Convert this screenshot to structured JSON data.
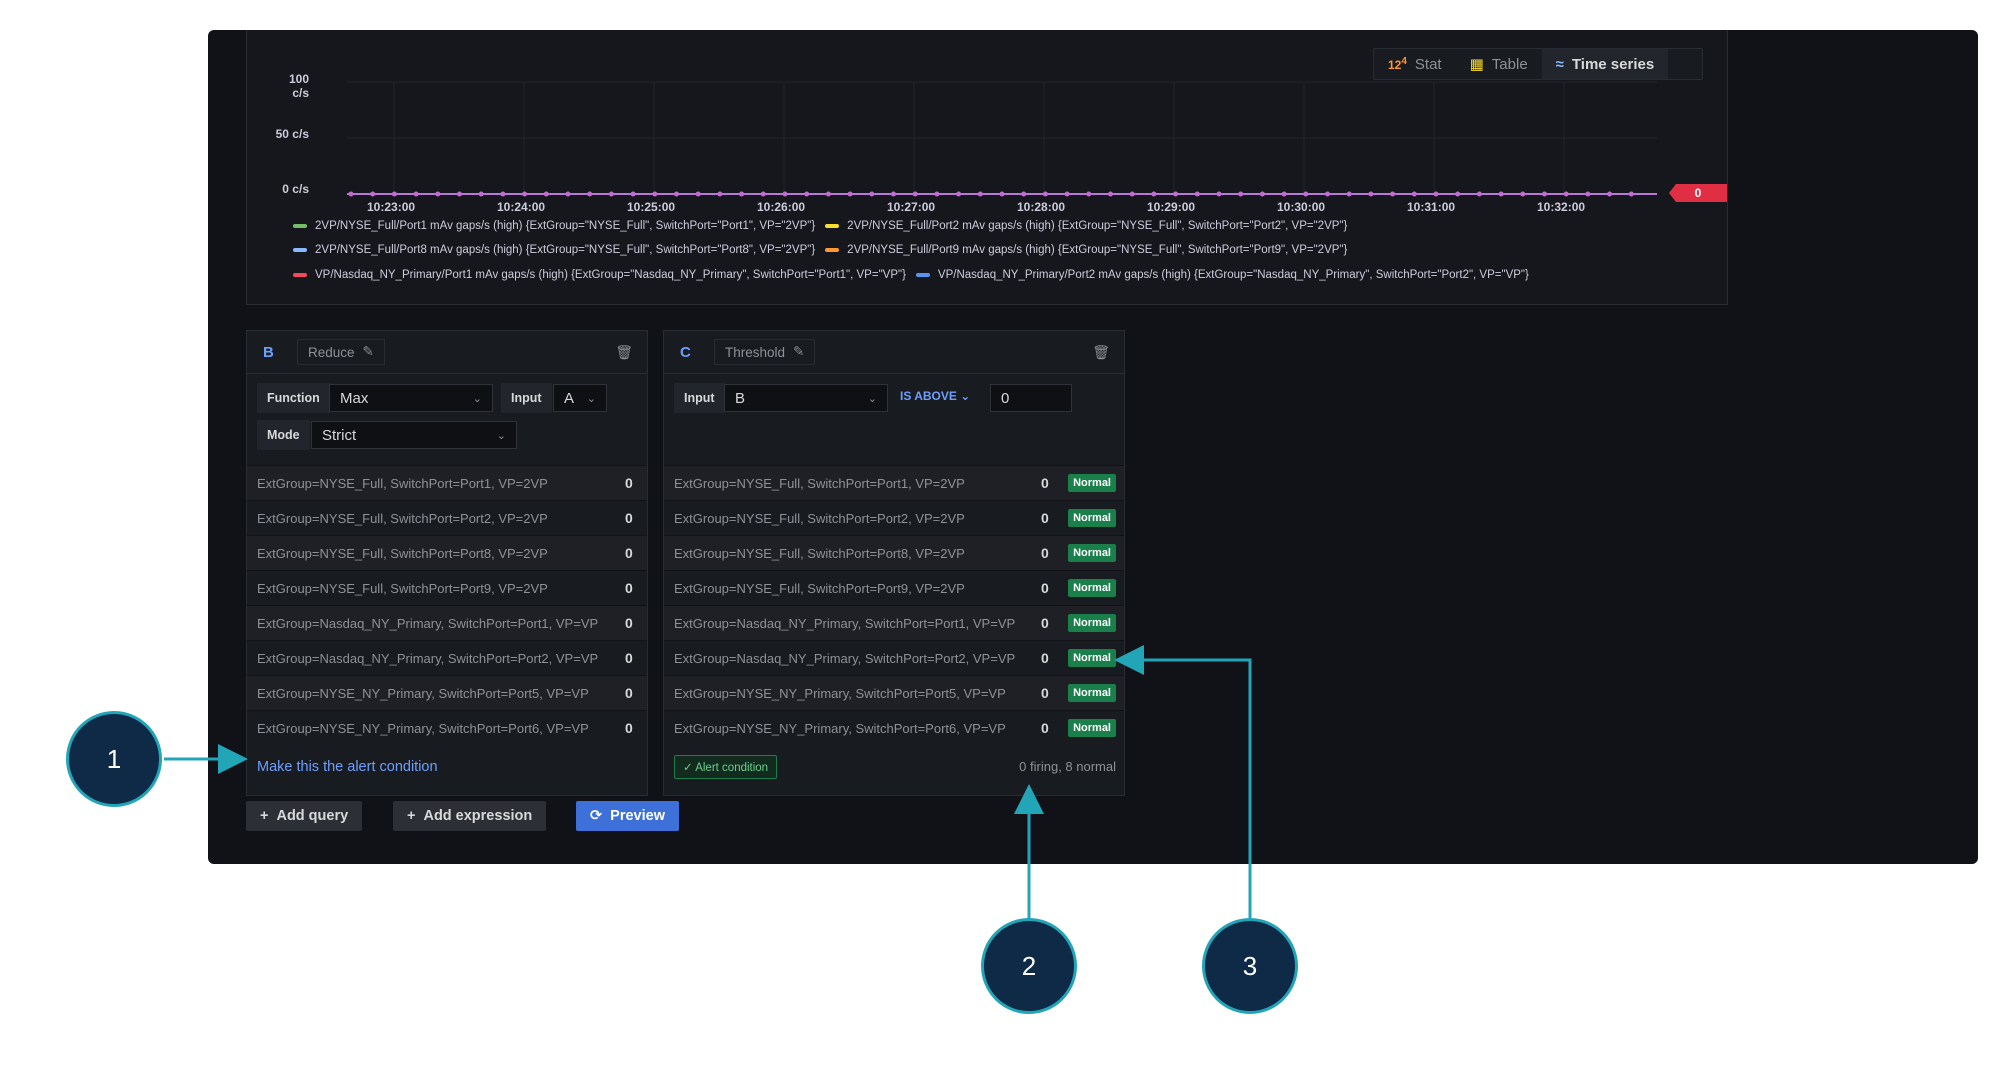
{
  "chart": {
    "viz_options": [
      {
        "label": "Stat",
        "icon": "stat-icon"
      },
      {
        "label": "Table",
        "icon": "table-icon"
      },
      {
        "label": "Time series",
        "icon": "time-series-icon",
        "active": true
      }
    ],
    "current_value": "0"
  },
  "chart_data": {
    "type": "line",
    "y_ticks": [
      "100 c/s",
      "50 c/s",
      "0 c/s"
    ],
    "ylim": [
      0,
      100
    ],
    "x_ticks": [
      "10:23:00",
      "10:24:00",
      "10:25:00",
      "10:26:00",
      "10:27:00",
      "10:28:00",
      "10:29:00",
      "10:30:00",
      "10:31:00",
      "10:32:00"
    ],
    "series": [
      {
        "name": "2VP/NYSE_Full/Port1 mAv gaps/s (high) {ExtGroup=\"NYSE_Full\", SwitchPort=\"Port1\", VP=\"2VP\"}",
        "color": "#73bf69",
        "values": [
          0
        ]
      },
      {
        "name": "2VP/NYSE_Full/Port2 mAv gaps/s (high) {ExtGroup=\"NYSE_Full\", SwitchPort=\"Port2\", VP=\"2VP\"}",
        "color": "#fade2a",
        "values": [
          0
        ]
      },
      {
        "name": "2VP/NYSE_Full/Port8 mAv gaps/s (high) {ExtGroup=\"NYSE_Full\", SwitchPort=\"Port8\", VP=\"2VP\"}",
        "color": "#8ab8ff",
        "values": [
          0
        ]
      },
      {
        "name": "2VP/NYSE_Full/Port9 mAv gaps/s (high) {ExtGroup=\"NYSE_Full\", SwitchPort=\"Port9\", VP=\"2VP\"}",
        "color": "#ff9830",
        "values": [
          0
        ]
      },
      {
        "name": "VP/Nasdaq_NY_Primary/Port1 mAv gaps/s (high) {ExtGroup=\"Nasdaq_NY_Primary\", SwitchPort=\"Port1\", VP=\"VP\"}",
        "color": "#f2495c",
        "values": [
          0
        ]
      },
      {
        "name": "VP/Nasdaq_NY_Primary/Port2 mAv gaps/s (high) {ExtGroup=\"Nasdaq_NY_Primary\", SwitchPort=\"Port2\", VP=\"VP\"}",
        "color": "#5794f2",
        "values": [
          0
        ]
      }
    ]
  },
  "reduce": {
    "ref": "B",
    "type": "Reduce",
    "function_label": "Function",
    "function_value": "Max",
    "input_label": "Input",
    "input_value": "A",
    "mode_label": "Mode",
    "mode_value": "Strict",
    "rows": [
      {
        "label": "ExtGroup=NYSE_Full, SwitchPort=Port1, VP=2VP",
        "value": "0"
      },
      {
        "label": "ExtGroup=NYSE_Full, SwitchPort=Port2, VP=2VP",
        "value": "0"
      },
      {
        "label": "ExtGroup=NYSE_Full, SwitchPort=Port8, VP=2VP",
        "value": "0"
      },
      {
        "label": "ExtGroup=NYSE_Full, SwitchPort=Port9, VP=2VP",
        "value": "0"
      },
      {
        "label": "ExtGroup=Nasdaq_NY_Primary, SwitchPort=Port1, VP=VP",
        "value": "0"
      },
      {
        "label": "ExtGroup=Nasdaq_NY_Primary, SwitchPort=Port2, VP=VP",
        "value": "0"
      },
      {
        "label": "ExtGroup=NYSE_NY_Primary, SwitchPort=Port5, VP=VP",
        "value": "0"
      },
      {
        "label": "ExtGroup=NYSE_NY_Primary, SwitchPort=Port6, VP=VP",
        "value": "0"
      }
    ],
    "alert_link": "Make this the alert condition"
  },
  "threshold": {
    "ref": "C",
    "type": "Threshold",
    "input_label": "Input",
    "input_value": "B",
    "operator": "IS ABOVE",
    "threshold_value": "0",
    "rows": [
      {
        "label": "ExtGroup=NYSE_Full, SwitchPort=Port1, VP=2VP",
        "value": "0",
        "state": "Normal"
      },
      {
        "label": "ExtGroup=NYSE_Full, SwitchPort=Port2, VP=2VP",
        "value": "0",
        "state": "Normal"
      },
      {
        "label": "ExtGroup=NYSE_Full, SwitchPort=Port8, VP=2VP",
        "value": "0",
        "state": "Normal"
      },
      {
        "label": "ExtGroup=NYSE_Full, SwitchPort=Port9, VP=2VP",
        "value": "0",
        "state": "Normal"
      },
      {
        "label": "ExtGroup=Nasdaq_NY_Primary, SwitchPort=Port1, VP=VP",
        "value": "0",
        "state": "Normal"
      },
      {
        "label": "ExtGroup=Nasdaq_NY_Primary, SwitchPort=Port2, VP=VP",
        "value": "0",
        "state": "Normal"
      },
      {
        "label": "ExtGroup=NYSE_NY_Primary, SwitchPort=Port5, VP=VP",
        "value": "0",
        "state": "Normal"
      },
      {
        "label": "ExtGroup=NYSE_NY_Primary, SwitchPort=Port6, VP=VP",
        "value": "0",
        "state": "Normal"
      }
    ],
    "alert_badge": "Alert condition",
    "summary": "0 firing, 8 normal"
  },
  "actions": {
    "add_query": "Add query",
    "add_expression": "Add expression",
    "preview": "Preview"
  },
  "callouts": [
    "1",
    "2",
    "3"
  ],
  "colors": {
    "accent": "#3d71d9",
    "normal": "#1a7f4b",
    "callout": "#0e2a47",
    "callout_border": "#23a5b8"
  }
}
